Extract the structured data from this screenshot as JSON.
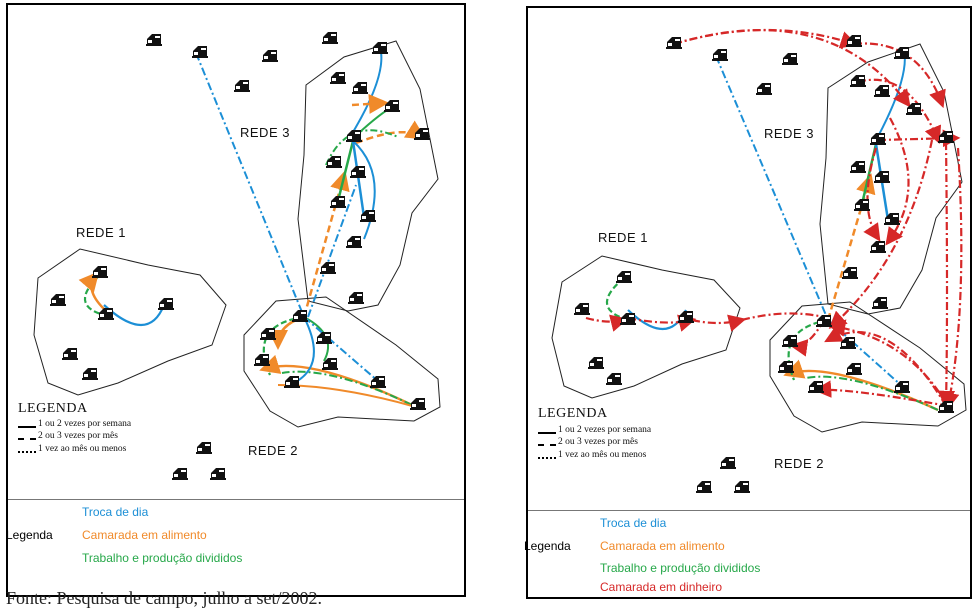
{
  "colors": {
    "troca": "#1c8fd6",
    "camarada_alimento": "#f08a2a",
    "trabalho": "#27a84a",
    "camarada_dinheiro": "#d62828",
    "house": "#111111"
  },
  "icons": {
    "household": "house-icon"
  },
  "panel_left": {
    "rede1": "REDE 1",
    "rede2": "REDE 2",
    "rede3": "REDE 3",
    "legend": {
      "title": "LEGENDA",
      "items": [
        "1 ou 2 vezes por semana",
        "2 ou 3 vezes por mês",
        "1 vez ao mês ou menos"
      ]
    },
    "color_legend": {
      "label": "Legenda",
      "items": [
        "Troca de dia",
        "Camarada em alimento",
        "Trabalho e produção divididos"
      ]
    }
  },
  "panel_right": {
    "rede1": "REDE 1",
    "rede2": "REDE 2",
    "rede3": "REDE 3",
    "legend": {
      "title": "LEGENDA",
      "items": [
        "1 ou 2 vezes por semana",
        "2 ou 3 vezes por mês",
        "1 vez ao mês ou menos"
      ]
    },
    "color_legend": {
      "label": "Legenda",
      "items": [
        "Troca de dia",
        "Camarada em alimento",
        "Trabalho e produção divididos",
        "Camarada em dinheiro"
      ]
    }
  },
  "caption": "Fonte: Pesquisa de campo, julho a set/2002."
}
